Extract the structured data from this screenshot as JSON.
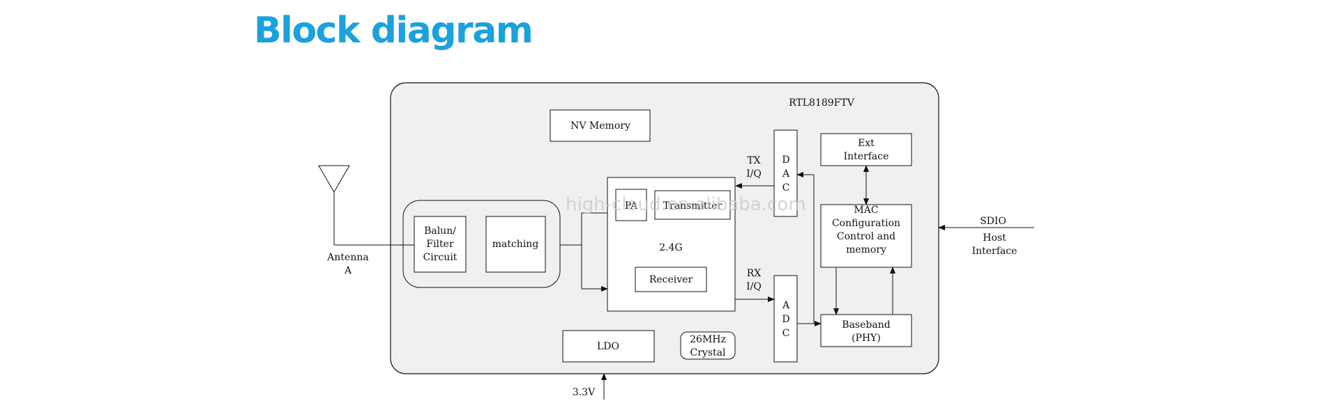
{
  "title": "Block diagram",
  "chip": "RTL8189FTV",
  "blocks": {
    "nv_memory": "NV Memory",
    "dac": "D\nA\nC",
    "adc": "A\nD\nC",
    "ext_interface": "Ext\nInterface",
    "mac": "MAC\nConfiguration\nControl and\nmemory",
    "baseband": "Baseband\n(PHY)",
    "balun": "Balun/\nFilter\nCircuit",
    "matching": "matching",
    "pa": "PA",
    "transmitter": "Transmitter",
    "rf_2g4": "2.4G",
    "receiver": "Receiver",
    "ldo": "LDO",
    "crystal": "26MHz\nCrystal"
  },
  "signals": {
    "tx_iq": "TX\nI/Q",
    "rx_iq": "RX\nI/Q",
    "antenna": "Antenna\nA",
    "sdio": "SDIO",
    "host_interface": "Host\nInterface",
    "power": "3.3V"
  },
  "watermark": "high-cloud.en.alibaba.com",
  "colors": {
    "heading": "#1ba1dc",
    "chip_fill": "#f0f0f0",
    "line": "#111111"
  }
}
